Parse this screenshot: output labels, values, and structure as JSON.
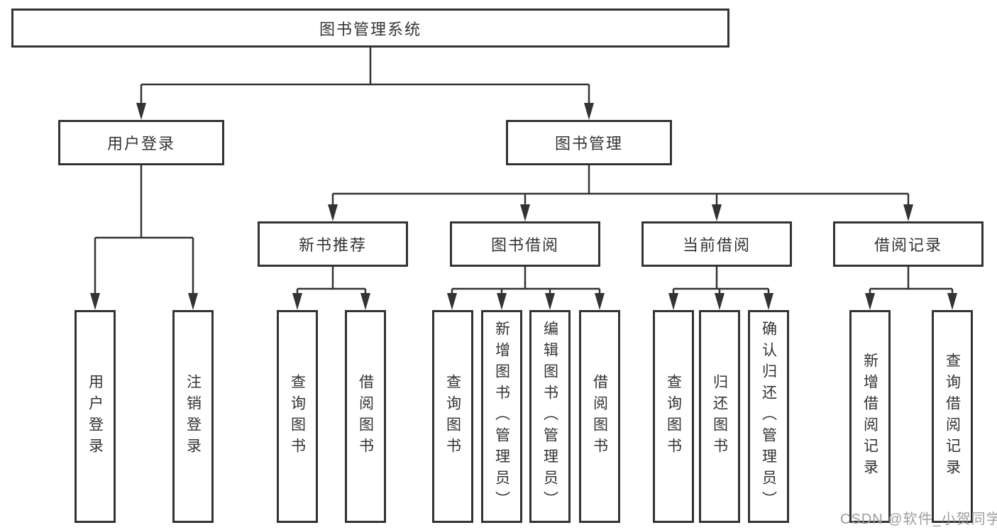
{
  "diagram": {
    "root": {
      "label": "图书管理系统"
    },
    "level2": [
      {
        "label": "用户登录"
      },
      {
        "label": "图书管理"
      }
    ],
    "level3": [
      {
        "label": "新书推荐"
      },
      {
        "label": "图书借阅"
      },
      {
        "label": "当前借阅"
      },
      {
        "label": "借阅记录"
      }
    ],
    "leaves": [
      {
        "label": "用户登录"
      },
      {
        "label": "注销登录"
      },
      {
        "label": "查询图书"
      },
      {
        "label": "借阅图书"
      },
      {
        "label": "查询图书"
      },
      {
        "label": "新增图书（管理员）"
      },
      {
        "label": "编辑图书（管理员）"
      },
      {
        "label": "借阅图书"
      },
      {
        "label": "查询图书"
      },
      {
        "label": "归还图书"
      },
      {
        "label": "确认归还（管理员）"
      },
      {
        "label": "新增借阅记录"
      },
      {
        "label": "查询借阅记录"
      }
    ]
  },
  "watermark": {
    "text": "CSDN @软件_小贺同学"
  },
  "colors": {
    "line": "#333333",
    "box_border": "#333333",
    "text": "#333333",
    "watermark": "#9e9e9e",
    "background": "#ffffff"
  }
}
